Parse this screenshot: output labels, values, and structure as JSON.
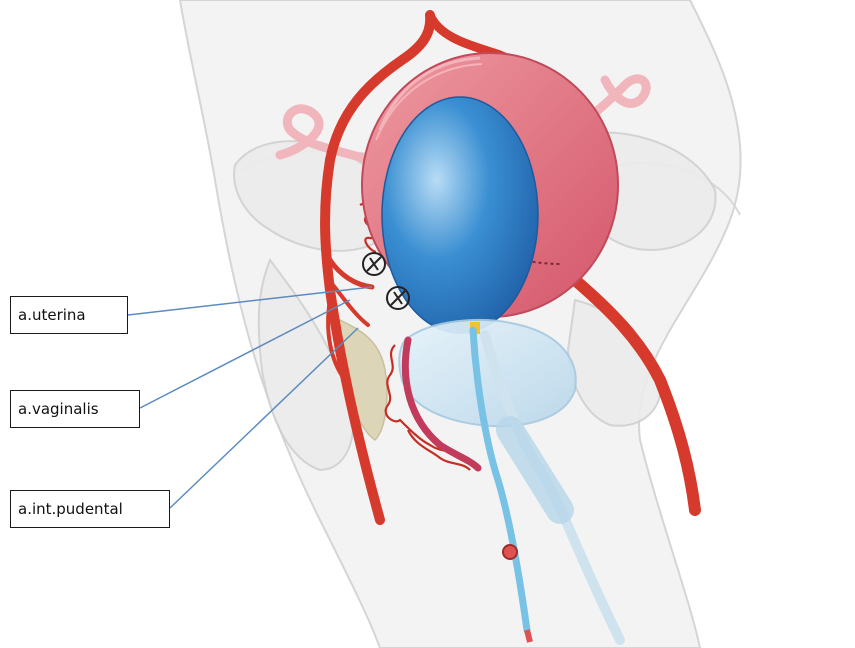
{
  "labels": {
    "uterina": "a.uterina",
    "vaginalis": "a.vaginalis",
    "pudental": "a.int.pudental"
  },
  "colors": {
    "artery": "#d63a2c",
    "uterus_wall": "#e2737e",
    "balloon": "#2d7fc4",
    "catheter": "#7cc7ea",
    "body_outline": "#d8d8d8",
    "leader_line": "#5b8bc0"
  }
}
